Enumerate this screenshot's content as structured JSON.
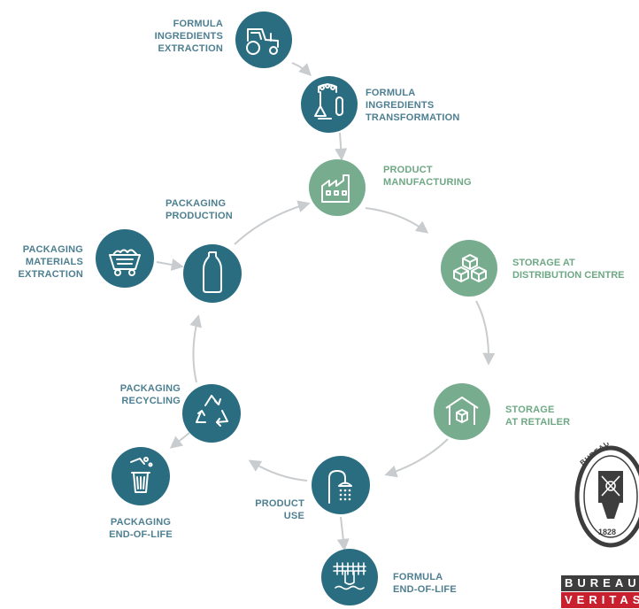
{
  "colors": {
    "teal": "#2a6d80",
    "green": "#77ad8e",
    "label_teal": "#4d7f91",
    "label_green": "#6ea884",
    "arrow": "#c9ccce",
    "bv_black": "#3d3d3d",
    "bv_red": "#c8202e"
  },
  "steps": {
    "formula_extraction": {
      "label": "FORMULA\nINGREDIENTS\nEXTRACTION",
      "icon": "tractor-icon"
    },
    "formula_transformation": {
      "label": "FORMULA\nINGREDIENTS\nTRANSFORMATION",
      "icon": "lab-equipment-icon"
    },
    "product_manufacturing": {
      "label": "PRODUCT\nMANUFACTURING",
      "icon": "factory-icon"
    },
    "storage_distribution": {
      "label": "STORAGE AT\nDISTRIBUTION CENTRE",
      "icon": "boxes-icon"
    },
    "storage_retailer": {
      "label": "STORAGE\nAT RETAILER",
      "icon": "warehouse-icon"
    },
    "product_use": {
      "label": "PRODUCT\nUSE",
      "icon": "shower-icon"
    },
    "formula_eol": {
      "label": "FORMULA\nEND-OF-LIFE",
      "icon": "wastewater-icon"
    },
    "packaging_recycling": {
      "label": "PACKAGING\nRECYCLING",
      "icon": "recycle-icon"
    },
    "packaging_eol": {
      "label": "PACKAGING\nEND-OF-LIFE",
      "icon": "trash-bin-icon"
    },
    "packaging_production": {
      "label": "PACKAGING\nPRODUCTION",
      "icon": "bottle-icon"
    },
    "packaging_materials": {
      "label": "PACKAGING\nMATERIALS\nEXTRACTION",
      "icon": "mine-cart-icon"
    }
  },
  "logo": {
    "seal_top": "BUREAU VERITAS",
    "seal_year": "1828",
    "word1": "BUREAU",
    "word2": "VERITAS"
  }
}
